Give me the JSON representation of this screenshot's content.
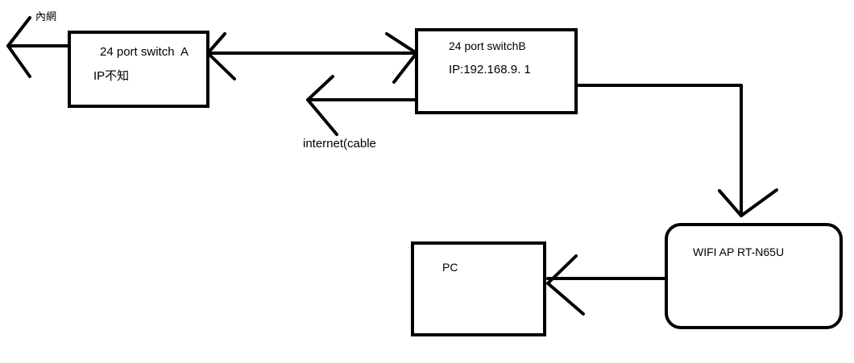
{
  "nodes": {
    "switch_a": {
      "title": "24 port switch  A",
      "subtitle": "IP不知"
    },
    "switch_b": {
      "title": "24 port switchB",
      "subtitle": "IP:192.168.9. 1"
    },
    "wifi_ap": {
      "title": "WIFI AP RT-N65U"
    },
    "pc": {
      "title": "PC"
    }
  },
  "labels": {
    "intranet": "內網",
    "internet": "internet(cable"
  },
  "colors": {
    "stroke": "#000000",
    "background": "#ffffff"
  }
}
